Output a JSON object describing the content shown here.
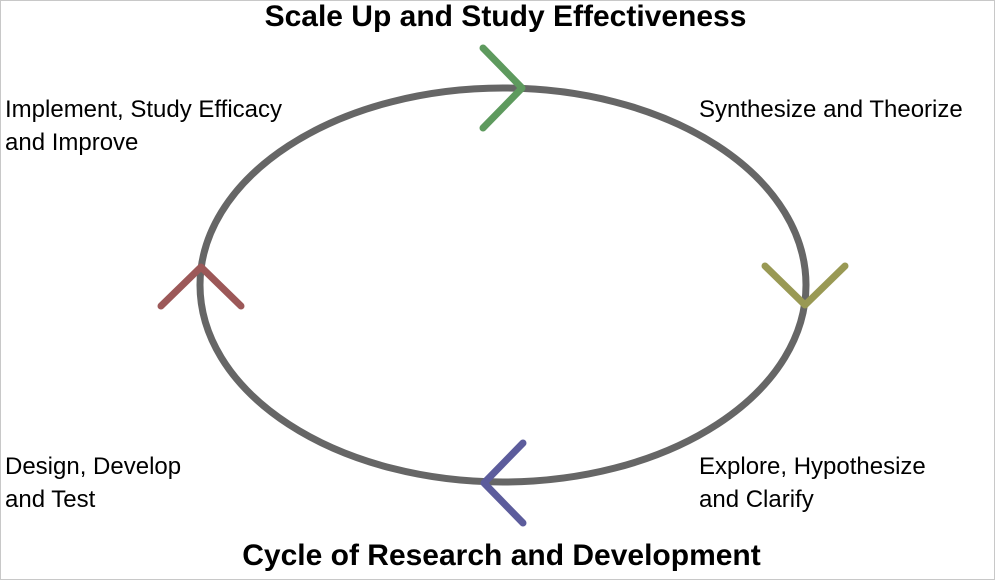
{
  "diagram": {
    "top_title": "Scale Up and Study Effectiveness",
    "bottom_title": "Cycle of Research and Development",
    "stages": {
      "top_left": {
        "line1": "Implement, Study Efficacy",
        "line2": "and Improve"
      },
      "top_right": {
        "line1": "Synthesize and Theorize",
        "line2": ""
      },
      "bottom_left": {
        "line1": "Design, Develop",
        "line2": "and Test"
      },
      "bottom_right": {
        "line1": "Explore, Hypothesize",
        "line2": "and Clarify"
      }
    },
    "colors": {
      "cycle": "#666666",
      "arrow_top": "#5e9a5e",
      "arrow_right": "#999954",
      "arrow_bottom": "#5c5c9c",
      "arrow_left": "#9c5858"
    }
  }
}
